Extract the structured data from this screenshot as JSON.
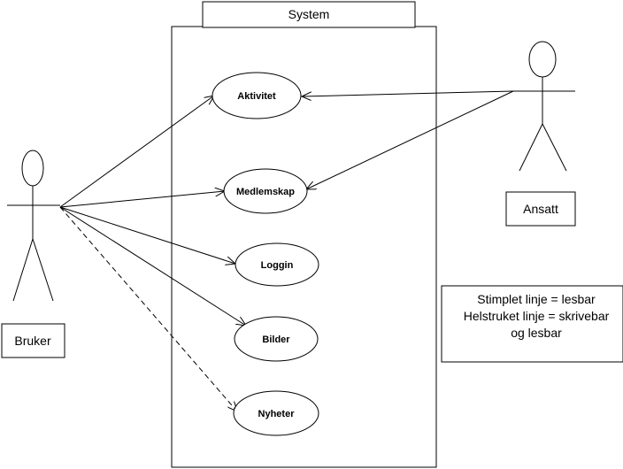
{
  "system": {
    "title": "System"
  },
  "actors": {
    "bruker": {
      "label": "Bruker"
    },
    "ansatt": {
      "label": "Ansatt"
    }
  },
  "use_cases": [
    {
      "label": "Aktivitet"
    },
    {
      "label": "Medlemskap"
    },
    {
      "label": "Loggin"
    },
    {
      "label": "Bilder"
    },
    {
      "label": "Nyheter"
    }
  ],
  "legend": {
    "lines": [
      "Stimplet linje =  lesbar",
      "Helstruket linje = skrivebar",
      "og lesbar"
    ]
  },
  "colors": {
    "stroke": "#000000",
    "background": "#ffffff"
  }
}
